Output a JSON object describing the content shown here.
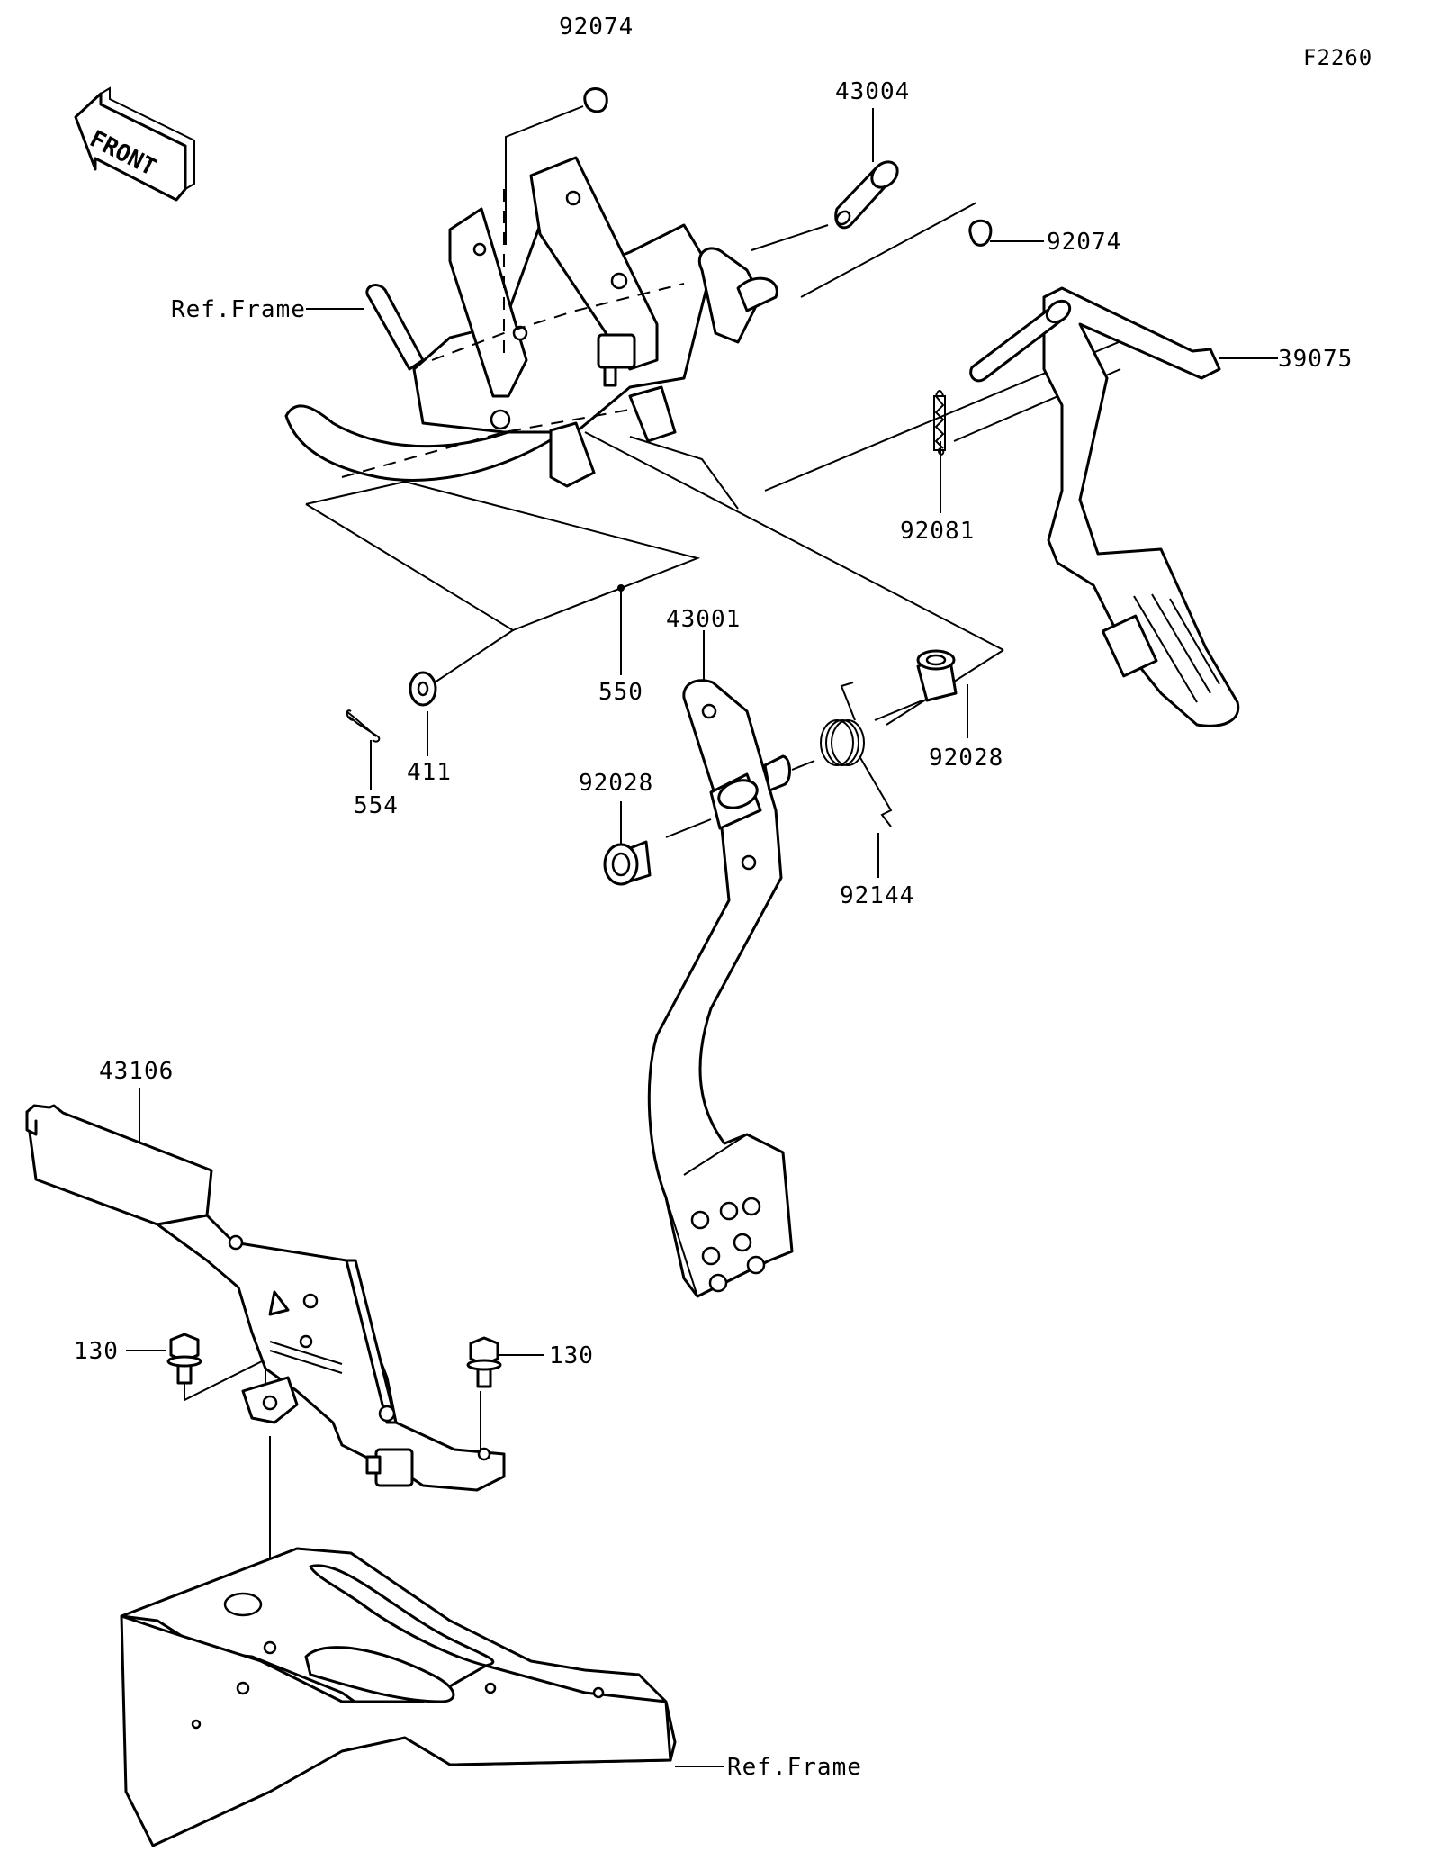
{
  "diagram_code": "F2260",
  "front_indicator": {
    "text": "FRONT",
    "icon": "front-arrow-icon"
  },
  "parts": [
    {
      "id": "92074",
      "label": "92074"
    },
    {
      "id": "43004",
      "label": "43004"
    },
    {
      "id": "92074b",
      "label": "92074"
    },
    {
      "id": "39075",
      "label": "39075"
    },
    {
      "id": "92081",
      "label": "92081"
    },
    {
      "id": "ref_frame_top",
      "label": "Ref.Frame"
    },
    {
      "id": "550",
      "label": "550"
    },
    {
      "id": "43001",
      "label": "43001"
    },
    {
      "id": "92028_left",
      "label": "92028"
    },
    {
      "id": "92028_right",
      "label": "92028"
    },
    {
      "id": "92144",
      "label": "92144"
    },
    {
      "id": "411",
      "label": "411"
    },
    {
      "id": "554",
      "label": "554"
    },
    {
      "id": "43106",
      "label": "43106"
    },
    {
      "id": "130_left",
      "label": "130"
    },
    {
      "id": "130_right",
      "label": "130"
    },
    {
      "id": "ref_frame_bottom",
      "label": "Ref.Frame"
    }
  ]
}
